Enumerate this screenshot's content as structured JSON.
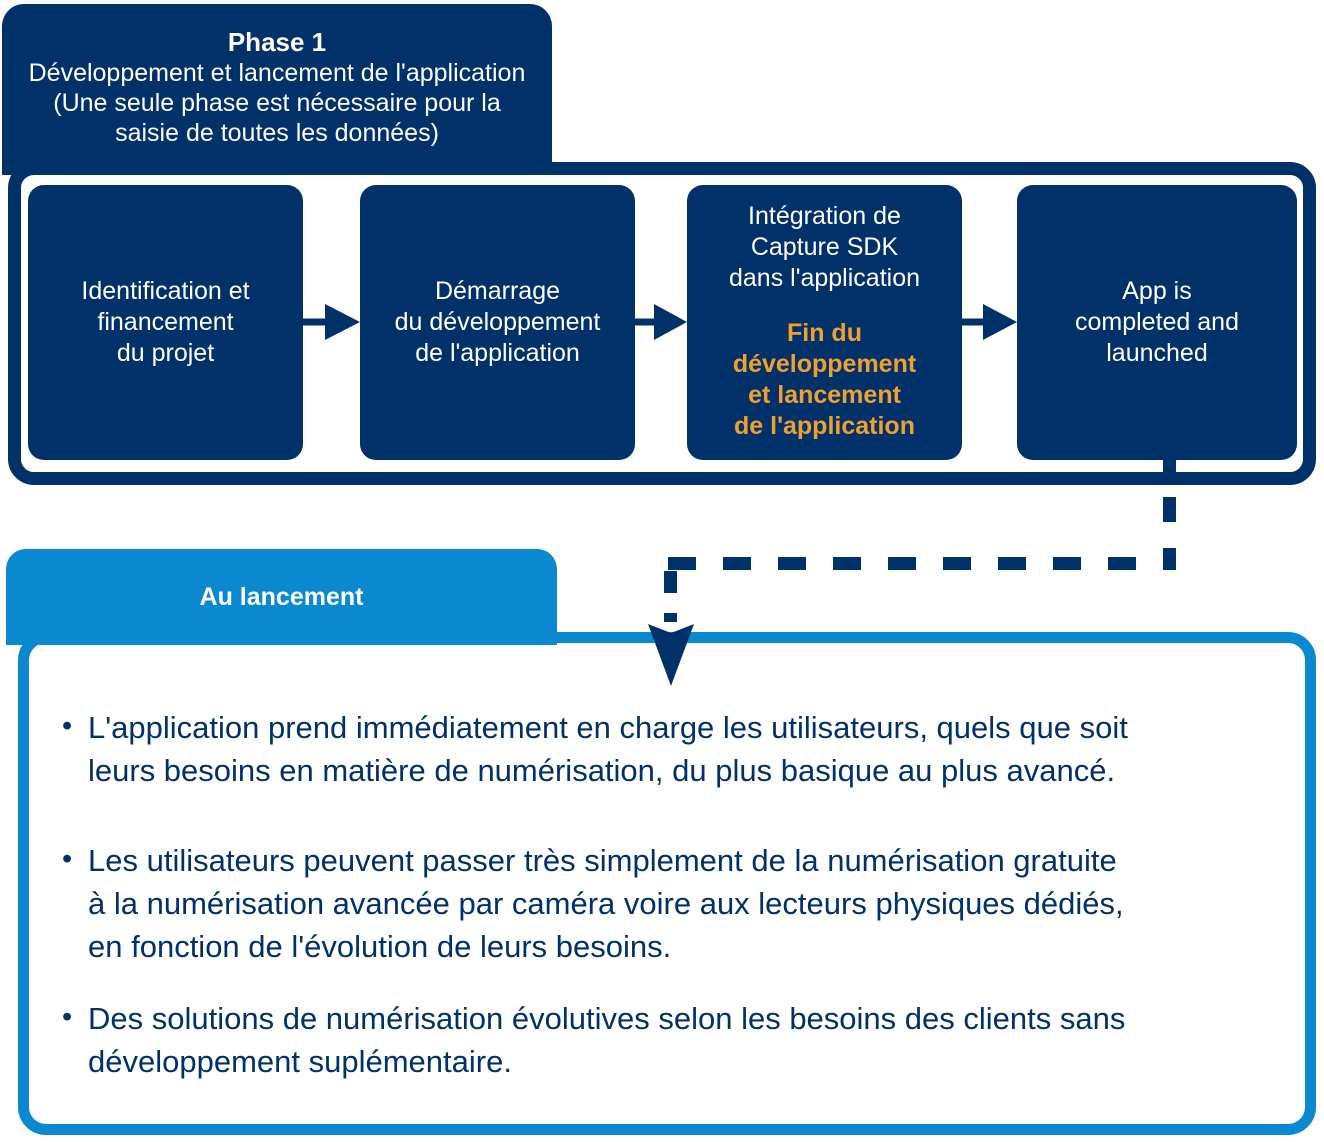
{
  "colors": {
    "navy": "#003169",
    "blue": "#0a89d1",
    "orange": "#f0a030",
    "white": "#ffffff"
  },
  "icons": {
    "flow_arrow": "→",
    "down_arrow": "▼"
  },
  "phase1": {
    "title": "Phase 1",
    "subtitle": "Développement et lancement de l'application\n(Une seule phase est nécessaire pour la\nsaisie de toutes les données)"
  },
  "process": {
    "steps": [
      {
        "label": "Identification et\nfinancement\ndu projet"
      },
      {
        "label": "Démarrage\ndu développement\nde l'application"
      },
      {
        "label": "Intégration de\nCapture SDK\ndans l'application",
        "highlight": "Fin du\ndéveloppement\net lancement\nde l'application"
      },
      {
        "label": "App is\ncompleted and\nlaunched"
      }
    ]
  },
  "launch": {
    "tab_label": "Au lancement",
    "bullets": [
      "L'application prend immédiatement en charge les utilisateurs, quels que soit\nleurs besoins en matière de numérisation, du plus basique au plus avancé.",
      "Les utilisateurs peuvent passer très simplement de la numérisation gratuite\nà la numérisation avancée par caméra voire aux lecteurs physiques dédiés,\nen fonction de l'évolution de leurs besoins.",
      "Des solutions de numérisation évolutives selon les besoins des clients sans\ndéveloppement suplémentaire."
    ]
  }
}
